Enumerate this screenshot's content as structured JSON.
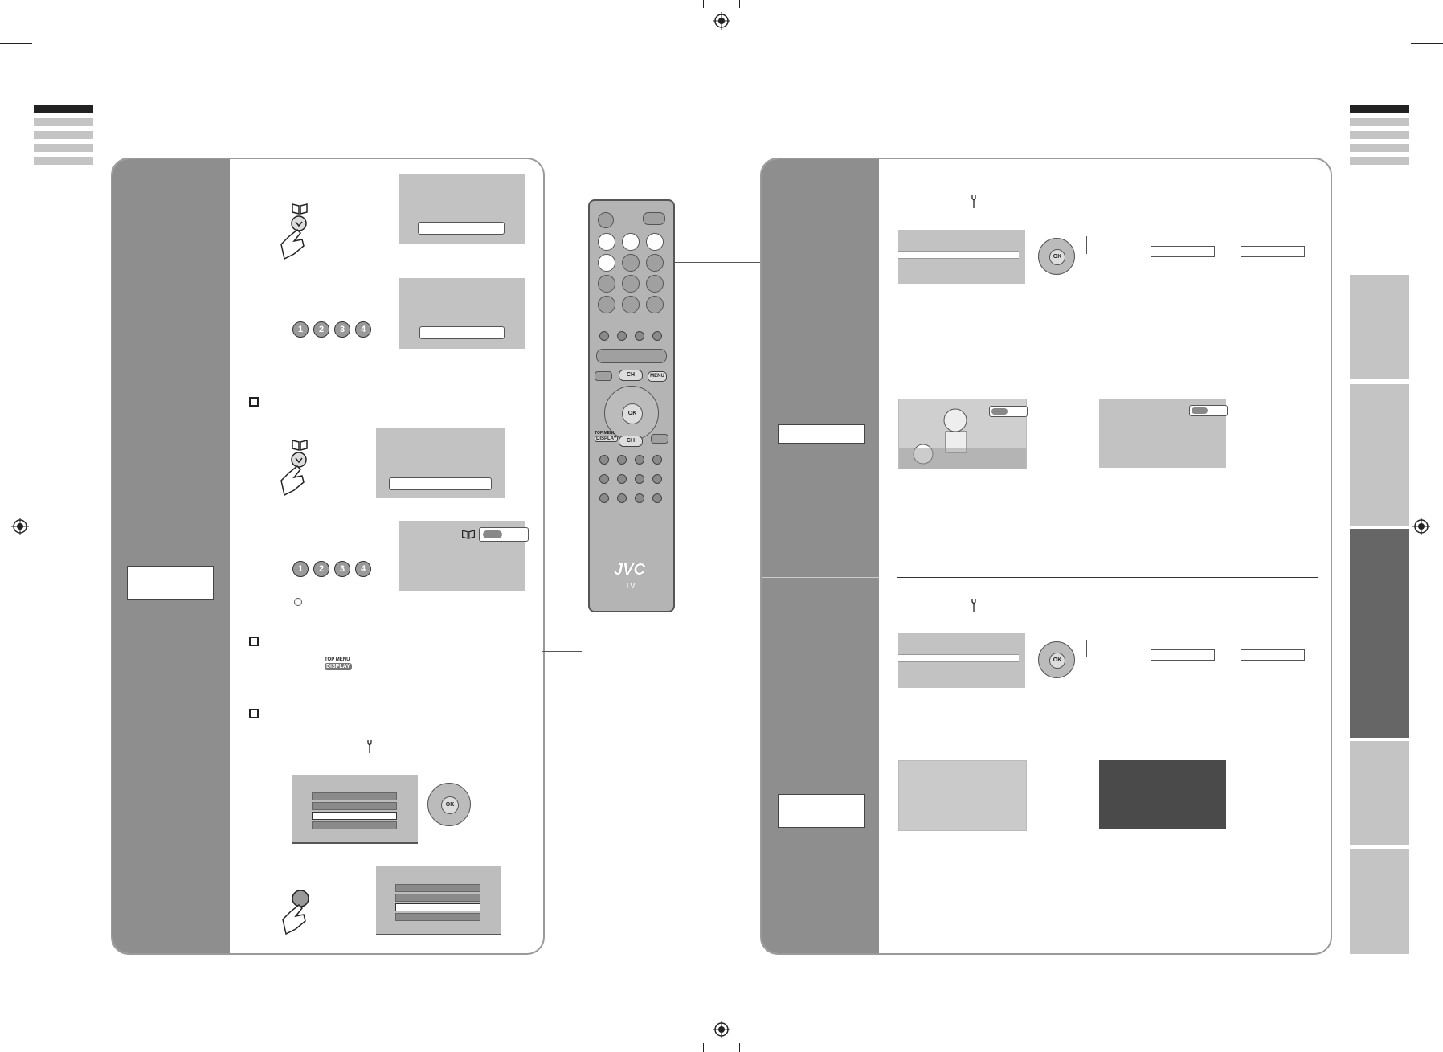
{
  "brand": {
    "logo": "JVC",
    "subtitle": "TV"
  },
  "remote": {
    "menu_label": "MENU",
    "top_menu_label": "TOP MENU",
    "display_label": "DISPLAY",
    "ok_label": "OK",
    "ch_label": "CH"
  },
  "left_panel": {
    "number_buttons": [
      "1",
      "2",
      "3",
      "4"
    ],
    "number_buttons_2": [
      "1",
      "2",
      "3",
      "4"
    ],
    "top_menu_small": "TOP MENU",
    "display_small": "DISPLAY",
    "ok_label": "OK"
  },
  "right_panel": {
    "ok_label_1": "OK",
    "ok_label_2": "OK"
  },
  "icons": [
    "book-icon",
    "wrench-icon",
    "hand-press-icon",
    "arrow-right-icon",
    "registration-mark-icon"
  ],
  "colors": {
    "panel_side": "#8e8e8e",
    "screen": "#c2c2c2",
    "dark_screen": "#4a4a4a",
    "active_tab": "#666666"
  }
}
